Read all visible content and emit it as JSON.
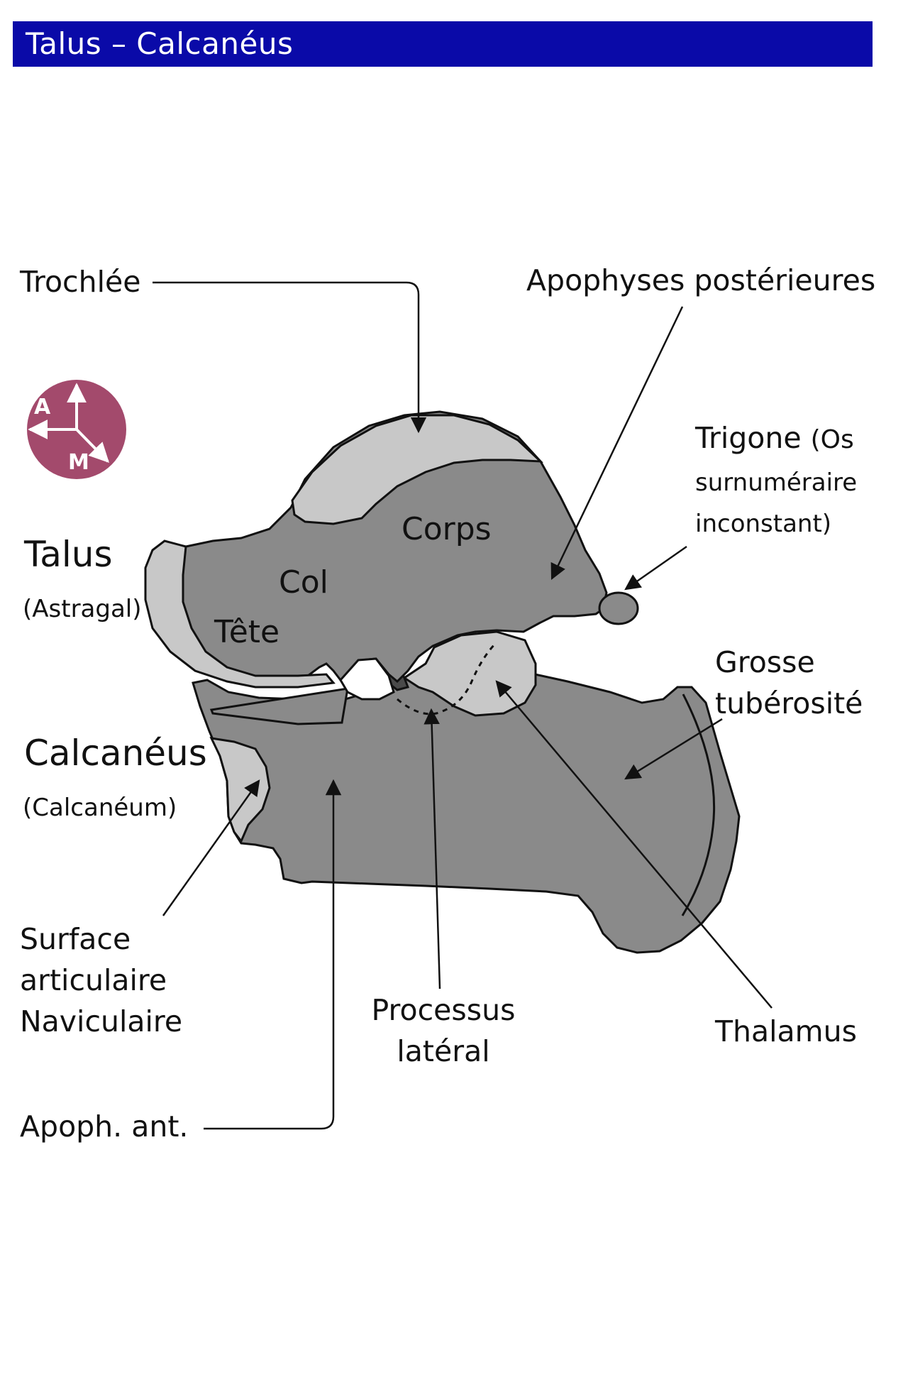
{
  "title": "Talus – Calcanéus",
  "labels": {
    "trochlee": "Trochlée",
    "apophyses_posterieures": "Apophyses postérieures",
    "trigone_line1": "Trigone",
    "trigone_os": "(Os",
    "trigone_line2": "surnuméraire",
    "trigone_line3": "inconstant)",
    "talus": "Talus",
    "astragal": "(Astragal)",
    "corps": "Corps",
    "col": "Col",
    "tete": "Tête",
    "grosse": "Grosse",
    "tuberosite": "tubérosité",
    "calcaneus": "Calcanéus",
    "calcaneum": "(Calcanéum)",
    "surface_line1": "Surface",
    "surface_line2": "articulaire",
    "surface_line3": "Naviculaire",
    "processus_line1": "Processus",
    "processus_line2": "latéral",
    "thalamus": "Thalamus",
    "apoph_ant": "Apoph. ant."
  },
  "compass": {
    "a": "A",
    "m": "M"
  },
  "colors": {
    "title_bg": "#0a0aa8",
    "bone_dark": "#8a8a8a",
    "bone_light": "#c8c8c8",
    "bone_darkest": "#4a4a4a",
    "compass": "#a34a6c"
  }
}
